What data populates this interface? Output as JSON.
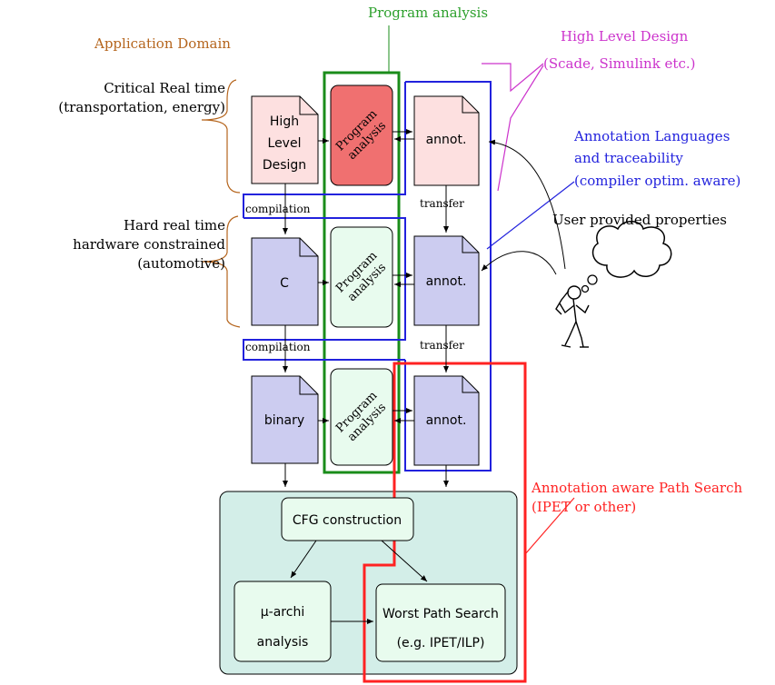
{
  "labels": {
    "program_analysis_title": "Program analysis",
    "application_domain": "Application Domain",
    "high_level_design_title": "High Level Design",
    "high_level_design_examples": "(Scade, Simulink etc.)",
    "critical_rt_line1": "Critical Real time",
    "critical_rt_line2": "(transportation, energy)",
    "hard_rt_line1": "Hard real time",
    "hard_rt_line2": "hardware constrained",
    "hard_rt_line3": "(automotive)",
    "annot_lang_line1": "Annotation Languages",
    "annot_lang_line2": "and traceability",
    "annot_lang_line3": "(compiler optim. aware)",
    "user_props": "User provided properties",
    "path_search_line1": "Annotation aware Path Search",
    "path_search_line2": "(IPET or other)",
    "compilation_1": "compilation",
    "compilation_2": "compilation",
    "transfer_1": "transfer",
    "transfer_2": "transfer"
  },
  "docs": {
    "hld_line1": "High",
    "hld_line2": "Level",
    "hld_line3": "Design",
    "c": "C",
    "binary": "binary",
    "annot1": "annot.",
    "annot2": "annot.",
    "annot3": "annot."
  },
  "analysis": {
    "pa1_line1": "Program",
    "pa1_line2": "analysis",
    "pa2_line1": "Program",
    "pa2_line2": "analysis",
    "pa3_line1": "Program",
    "pa3_line2": "analysis"
  },
  "bottom": {
    "cfg": "CFG construction",
    "uarchi_line1": "μ-archi",
    "uarchi_line2": "analysis",
    "wps_line1": "Worst Path Search",
    "wps_line2": "(e.g. IPET/ILP)"
  },
  "colors": {
    "green_title": "#2ca02c",
    "orange": "#b5651d",
    "magenta": "#cc33cc",
    "blue": "#2222dd",
    "red": "#ff2222",
    "pink_doc": "#fde0e0",
    "lavender_doc": "#ccccf0",
    "red_box": "#f07070",
    "mint_box": "#e8fbee",
    "teal_bg": "#d3eee8"
  }
}
